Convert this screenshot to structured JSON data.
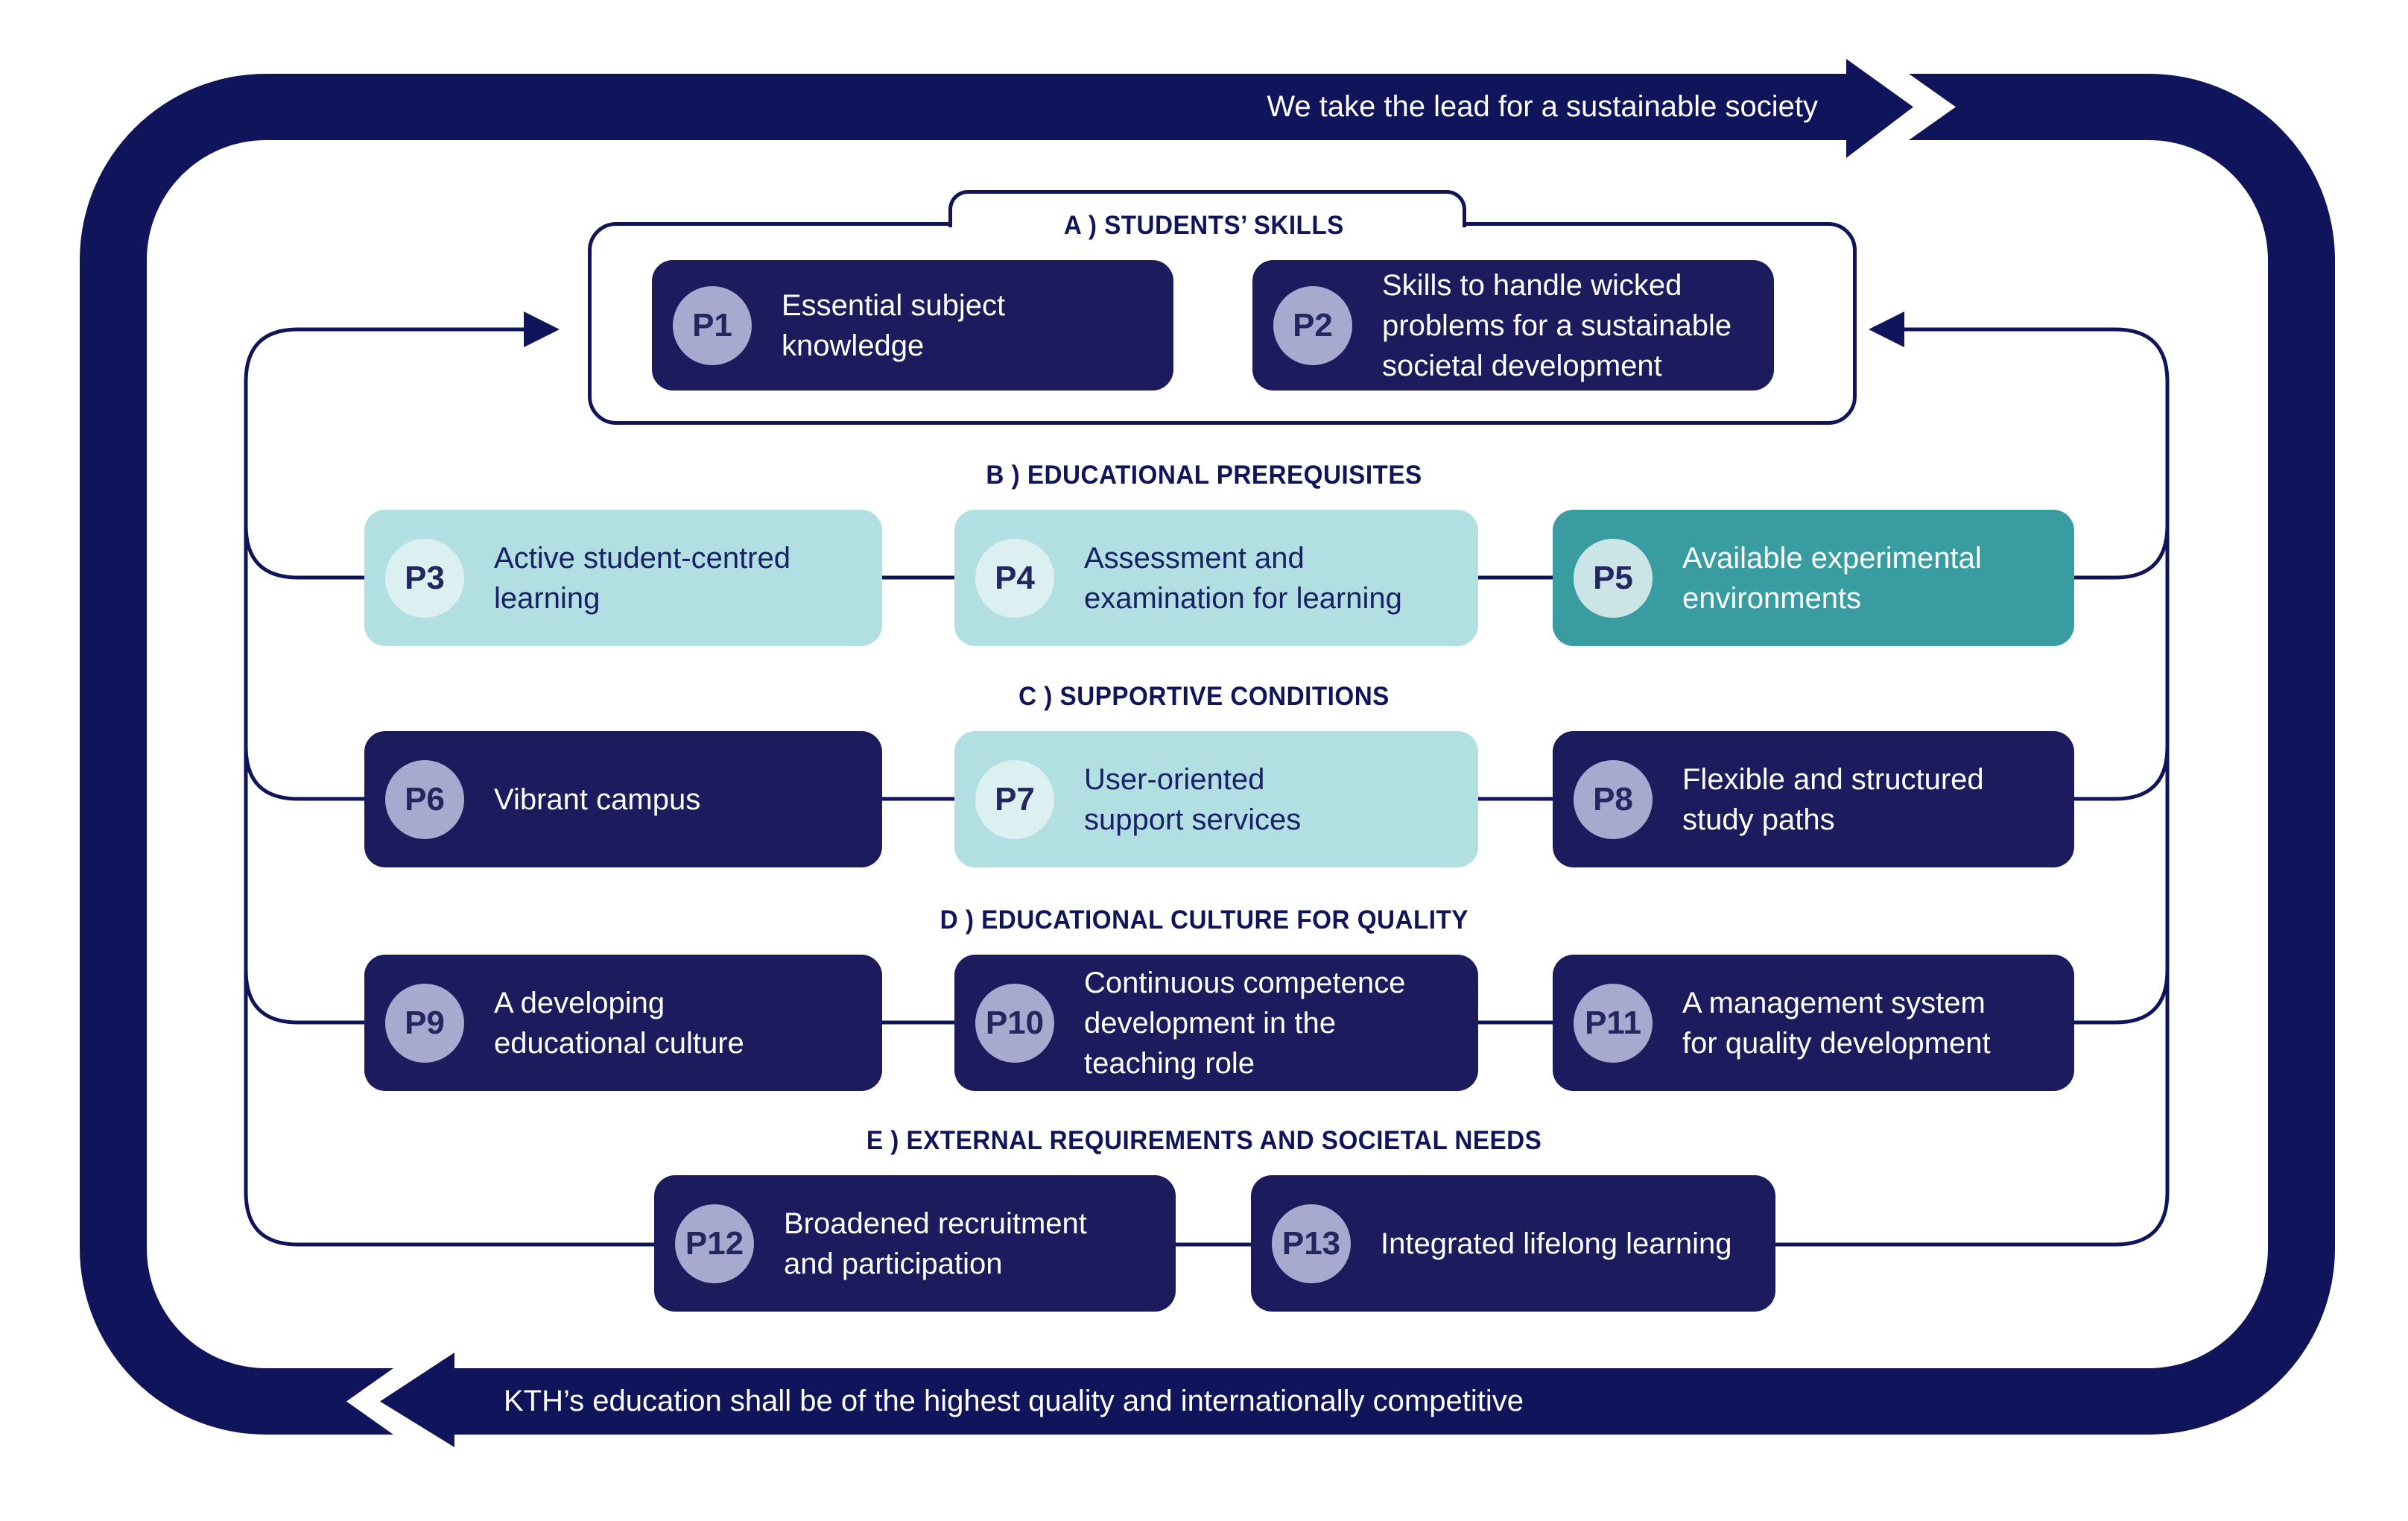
{
  "banners": {
    "top": "We take the lead for a sustainable society",
    "bottom": "KTH’s education shall be of the highest quality and internationally competitive"
  },
  "sections": {
    "a": "A )  STUDENTS’ SKILLS",
    "b": "B )  EDUCATIONAL PREREQUISITES",
    "c": "C )  SUPPORTIVE CONDITIONS",
    "d": "D )  EDUCATIONAL CULTURE FOR QUALITY",
    "e": "E )  EXTERNAL REQUIREMENTS AND SOCIETAL NEEDS"
  },
  "principles": {
    "p1": {
      "id": "P1",
      "title": "Essential subject\nknowledge"
    },
    "p2": {
      "id": "P2",
      "title": "Skills to handle wicked\nproblems for a sustainable\nsocietal development"
    },
    "p3": {
      "id": "P3",
      "title": "Active student-centred\nlearning"
    },
    "p4": {
      "id": "P4",
      "title": "Assessment and\nexamination for learning"
    },
    "p5": {
      "id": "P5",
      "title": "Available experimental\nenvironments"
    },
    "p6": {
      "id": "P6",
      "title": "Vibrant campus"
    },
    "p7": {
      "id": "P7",
      "title": "User-oriented\nsupport services"
    },
    "p8": {
      "id": "P8",
      "title": "Flexible and structured\nstudy paths"
    },
    "p9": {
      "id": "P9",
      "title": "A developing\neducational culture"
    },
    "p10": {
      "id": "P10",
      "title": "Continuous competence\ndevelopment in the\nteaching role"
    },
    "p11": {
      "id": "P11",
      "title": "A management system\nfor quality development"
    },
    "p12": {
      "id": "P12",
      "title": "Broadened recruitment\nand participation"
    },
    "p13": {
      "id": "P13",
      "title": "Integrated lifelong learning"
    }
  },
  "colors": {
    "navy": "#10145A",
    "navy-box": "#1B1B5E",
    "lavender": "#A8A9CF",
    "badge-text": "#23265F",
    "teal-light": "#B2DFE2",
    "teal-dark": "#399CA0",
    "circle-teal-light": "#DCF0F2",
    "circle-teal-dark": "#CBE5E6",
    "navy-on-teal": "#1A2068"
  }
}
